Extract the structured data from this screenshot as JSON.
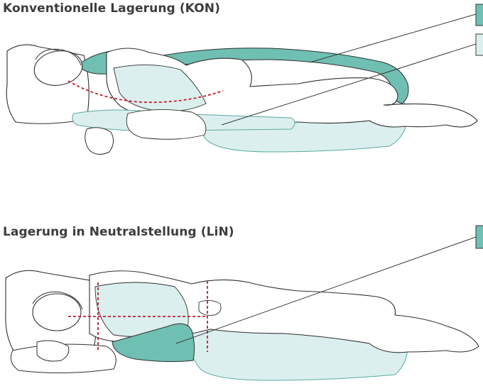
{
  "panels": {
    "top": {
      "title": "Konventionelle Lagerung (KON)"
    },
    "bottom": {
      "title": "Lagerung in Neutralstellung (LiN)"
    }
  },
  "colors": {
    "teal_pillow": "#6fbfb3",
    "light_pillow": "#dcefef",
    "pillow_edge": "#5aa9a0",
    "outline": "#2f2f2f",
    "spine_line": "#c0202a",
    "leader_line": "#3a3a3a",
    "title_text": "#3c3c3c"
  },
  "icons": [
    "legend-swatch-teal",
    "legend-swatch-light",
    "legend-swatch-teal"
  ]
}
